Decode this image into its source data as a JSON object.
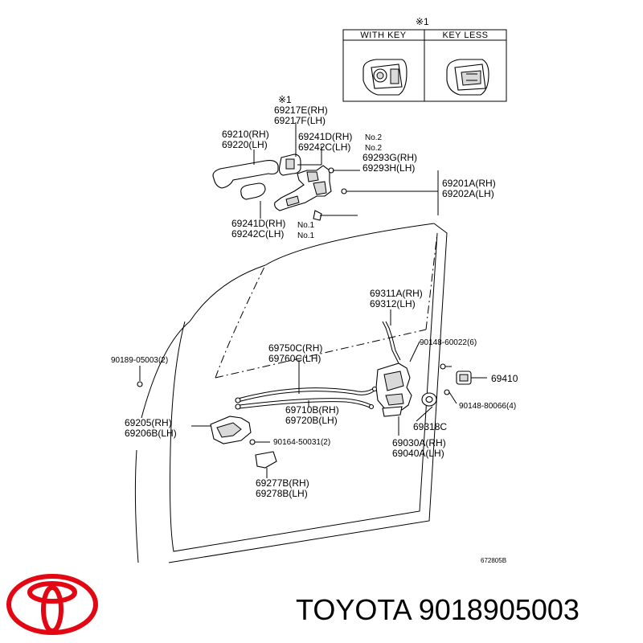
{
  "inset": {
    "marker": "※1",
    "headers": [
      "WITH KEY",
      "KEY LESS"
    ]
  },
  "labels": {
    "l_69217": {
      "lines": [
        "※1",
        "69217E(RH)",
        "69217F(LH)"
      ]
    },
    "l_69210": {
      "lines": [
        "69210(RH)",
        "69220(LH)"
      ]
    },
    "l_69241D": {
      "lines": [
        "69241D(RH)",
        "69242C(LH)"
      ],
      "suffix": [
        "No.2",
        "No.2"
      ]
    },
    "l_69293": {
      "lines": [
        "69293G(RH)",
        "69293H(LH)"
      ]
    },
    "l_69201": {
      "lines": [
        "69201A(RH)",
        "69202A(LH)"
      ]
    },
    "l_69241N1": {
      "lines": [
        "69241D(RH)",
        "69242C(LH)"
      ],
      "suffix": [
        "No.1",
        "No.1"
      ]
    },
    "l_69311": {
      "lines": [
        "69311A(RH)",
        "69312(LH)"
      ]
    },
    "l_90148a": {
      "lines": [
        "90148-60022(6)"
      ]
    },
    "l_90189": {
      "lines": [
        "90189-05003(2)"
      ]
    },
    "l_69750": {
      "lines": [
        "69750C(RH)",
        "69760C(LH)"
      ]
    },
    "l_69410": {
      "lines": [
        "69410"
      ]
    },
    "l_90148b": {
      "lines": [
        "90148-80066(4)"
      ]
    },
    "l_69710": {
      "lines": [
        "69710B(RH)",
        "69720B(LH)"
      ]
    },
    "l_69205": {
      "lines": [
        "69205(RH)",
        "69206B(LH)"
      ]
    },
    "l_69318": {
      "lines": [
        "69318C"
      ]
    },
    "l_90164": {
      "lines": [
        "90164-50031(2)"
      ]
    },
    "l_69030": {
      "lines": [
        "69030A(RH)",
        "69040A(LH)"
      ]
    },
    "l_69277": {
      "lines": [
        "69277B(RH)",
        "69278B(LH)"
      ]
    }
  },
  "drawing_code": "672805B",
  "brand": {
    "name": "TOYOTA",
    "part_number": "9018905003",
    "logo_color": "#e30613"
  }
}
